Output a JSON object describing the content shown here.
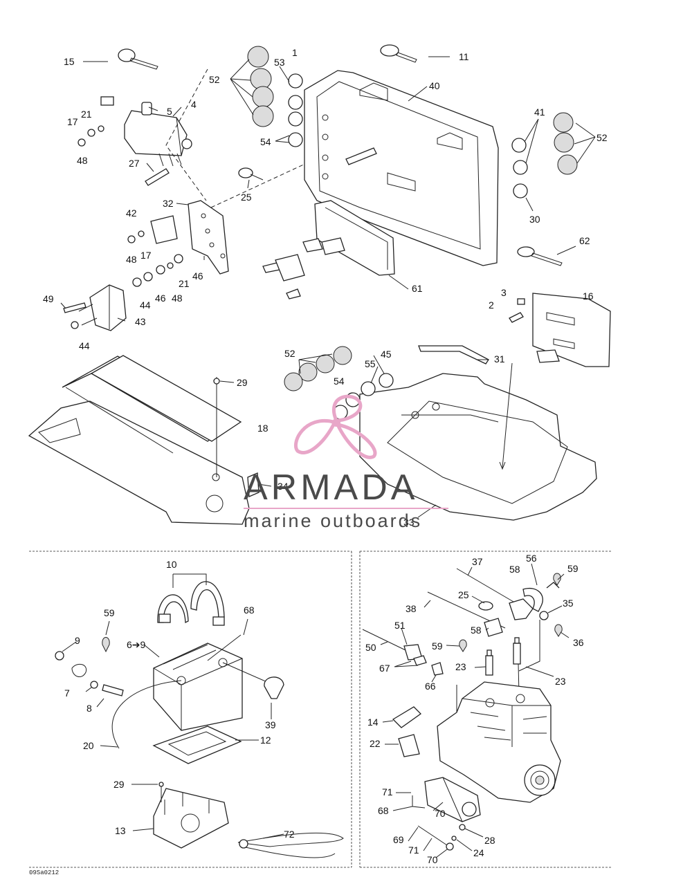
{
  "diagram": {
    "callouts_top": [
      "15",
      "1",
      "53",
      "11",
      "52",
      "40",
      "5",
      "4",
      "21",
      "17",
      "48",
      "27",
      "41",
      "52",
      "54",
      "25",
      "30",
      "32",
      "42",
      "62",
      "48",
      "17",
      "61",
      "21",
      "46",
      "49",
      "44",
      "46",
      "48",
      "3",
      "16",
      "2",
      "43",
      "44",
      "52",
      "45",
      "31",
      "55",
      "54",
      "29",
      "18",
      "34",
      "33"
    ],
    "callouts_left": [
      "10",
      "68",
      "59",
      "9",
      "6➔9",
      "7",
      "8",
      "39",
      "12",
      "20",
      "29",
      "13",
      "72"
    ],
    "callouts_right": [
      "37",
      "56",
      "58",
      "59",
      "25",
      "35",
      "38",
      "58",
      "51",
      "36",
      "50",
      "59",
      "23",
      "67",
      "23",
      "66",
      "14",
      "22",
      "71",
      "68",
      "70",
      "28",
      "69",
      "71",
      "24",
      "70"
    ],
    "code": "09Sa0212"
  },
  "watermark": {
    "brand": "ARMADA",
    "tagline": "marine outboards",
    "accent": "#e8a6c8"
  }
}
